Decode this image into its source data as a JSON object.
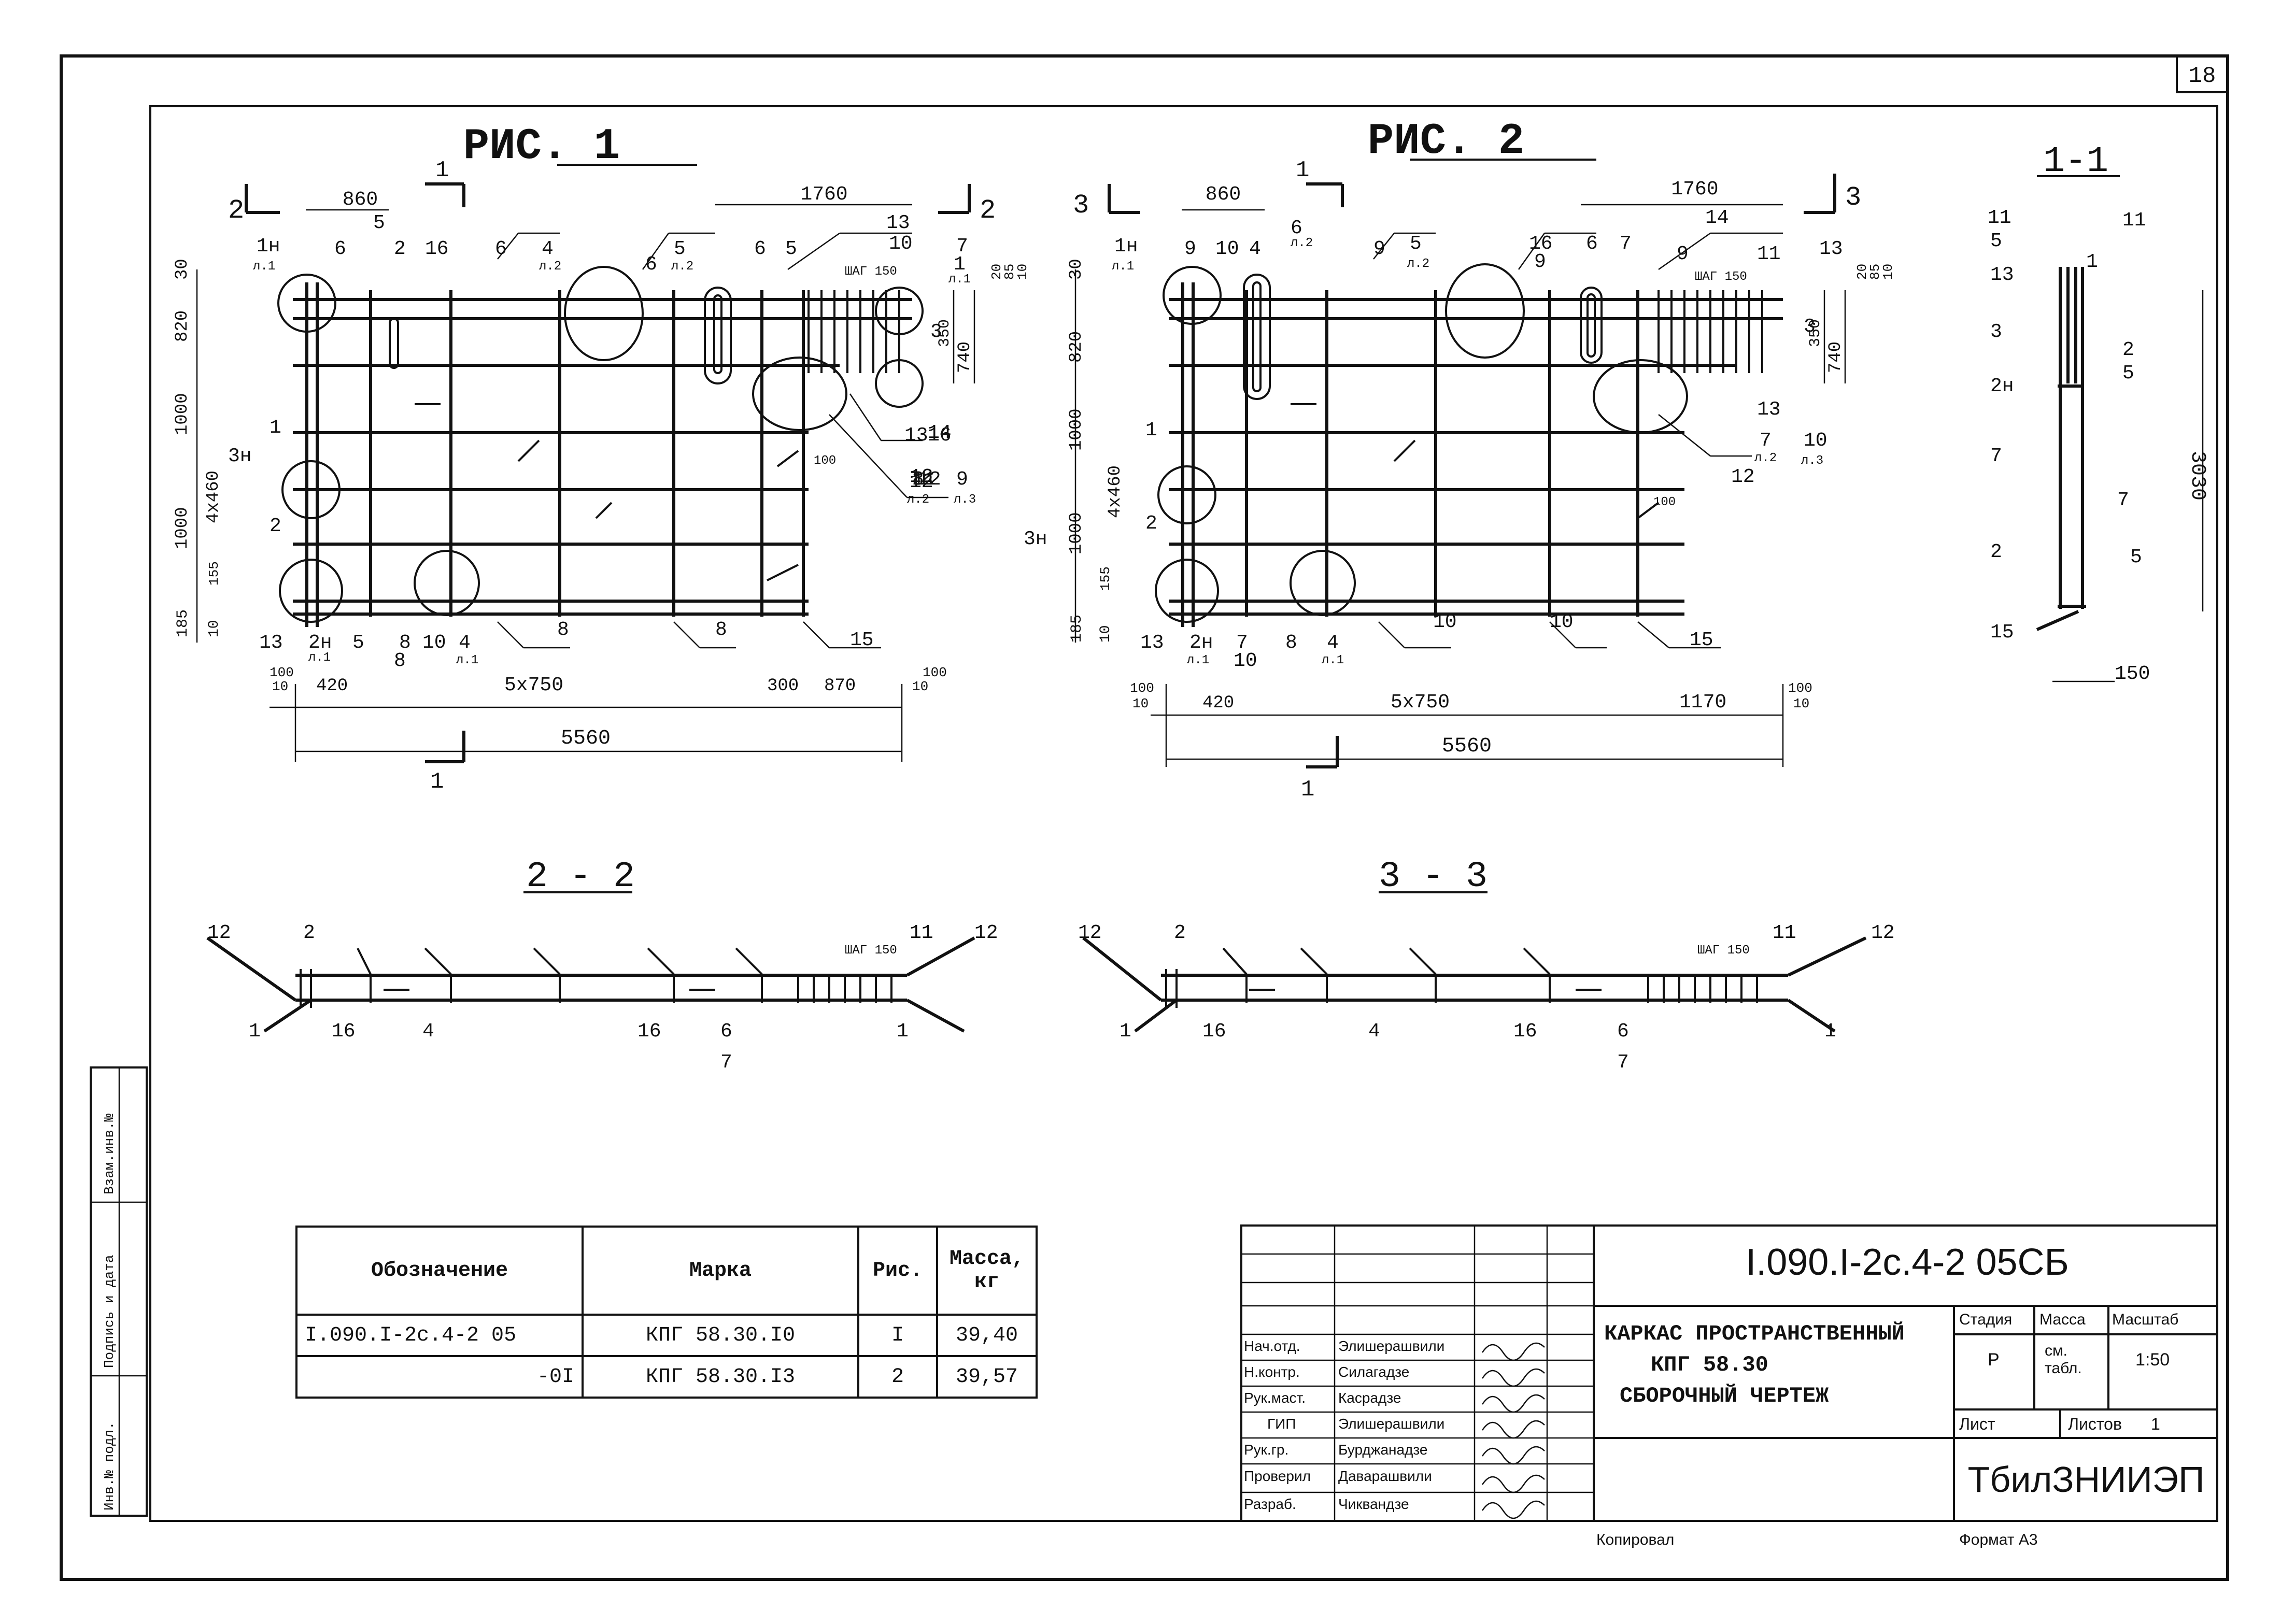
{
  "sheet_number": "18",
  "figures": {
    "fig1_title": "РИС. 1",
    "fig2_title": "РИС. 2",
    "section_1_1": "1-1",
    "section_2_2": "2 - 2",
    "section_3_3": "3 - 3"
  },
  "fig1_dims": {
    "top_860": "860",
    "top_1760": "1760",
    "pitch": "ШАГ 150",
    "h_30": "30",
    "h_820": "820",
    "h_1000a": "1000",
    "h_4x460": "4x460",
    "h_1000b": "1000",
    "h_155": "155",
    "h_185": "185",
    "h_10": "10",
    "r_350": "350",
    "r_740": "740",
    "r_20": "20",
    "r_85": "85",
    "r_10": "10",
    "d_100": "100",
    "b_100": "100",
    "b_10": "10",
    "b_420": "420",
    "b_5x750": "5x750",
    "b_300": "300",
    "b_870": "870",
    "b_100r": "100",
    "b_10r": "10",
    "total": "5560"
  },
  "fig2_dims": {
    "top_860": "860",
    "top_1760": "1760",
    "pitch": "ШАГ 150",
    "h_30": "30",
    "h_820": "820",
    "h_1000a": "1000",
    "h_4x460": "4x460",
    "h_1000b": "1000",
    "h_155": "155",
    "h_185": "185",
    "h_10": "10",
    "r_350": "350",
    "r_740": "740",
    "r_20": "20",
    "r_85": "85",
    "r_10": "10",
    "d_100": "100",
    "b_100": "100",
    "b_10": "10",
    "b_420": "420",
    "b_5x750": "5x750",
    "b_1170": "1170",
    "b_100r": "100",
    "b_10r": "10",
    "total": "5560"
  },
  "sec11_dims": {
    "h_3030": "3030",
    "b_150": "150"
  },
  "cut_labels": {
    "one": "1",
    "two": "2",
    "three": "3"
  },
  "callouts": [
    "1н",
    "л.1",
    "2н",
    "3н",
    "1",
    "2",
    "3",
    "4",
    "5",
    "6",
    "7",
    "8",
    "9",
    "10",
    "11",
    "12",
    "13",
    "14",
    "15",
    "16",
    "л.2",
    "л.3"
  ],
  "spec_table": {
    "headers": [
      "Обозначение",
      "Марка",
      "Рис.",
      "Масса, кг"
    ],
    "rows": [
      [
        "I.090.I-2c.4-2 05",
        "КПГ 58.30.I0",
        "I",
        "39,40"
      ],
      [
        "-0I",
        "КПГ 58.30.I3",
        "2",
        "39,57"
      ]
    ]
  },
  "side_stamp": [
    "Инв.№ подл.",
    "Подпись и дата",
    "Взам.инв.№"
  ],
  "title_block": {
    "code": "I.090.I-2c.4-2 05СБ",
    "title_line1": "КАРКАС ПРОСТРАНСТВЕННЫЙ",
    "title_line2": "КПГ 58.30",
    "title_line3": "СБОРОЧНЫЙ ЧЕРТЕЖ",
    "stage_header": "Стадия",
    "mass_header": "Масса",
    "scale_header": "Масштаб",
    "stage": "Р",
    "mass": "см. табл.",
    "scale": "1:50",
    "sheet_label": "Лист",
    "sheets_label": "Листов",
    "sheets_count": "1",
    "org": "ТбилЗНИИЭП",
    "staff": [
      {
        "role": "Нач.отд.",
        "name": "Элишерашвили"
      },
      {
        "role": "Н.контр.",
        "name": "Силагадзе"
      },
      {
        "role": "Рук.маст.",
        "name": "Касрадзе"
      },
      {
        "role": "ГИП",
        "name": "Элишерашвили"
      },
      {
        "role": "Рук.гр.",
        "name": "Бурджанадзе"
      },
      {
        "role": "Проверил",
        "name": "Даварашвили"
      },
      {
        "role": "Разраб.",
        "name": "Чиквандзе"
      }
    ],
    "copied": "Копировал",
    "format": "Формат А3"
  }
}
